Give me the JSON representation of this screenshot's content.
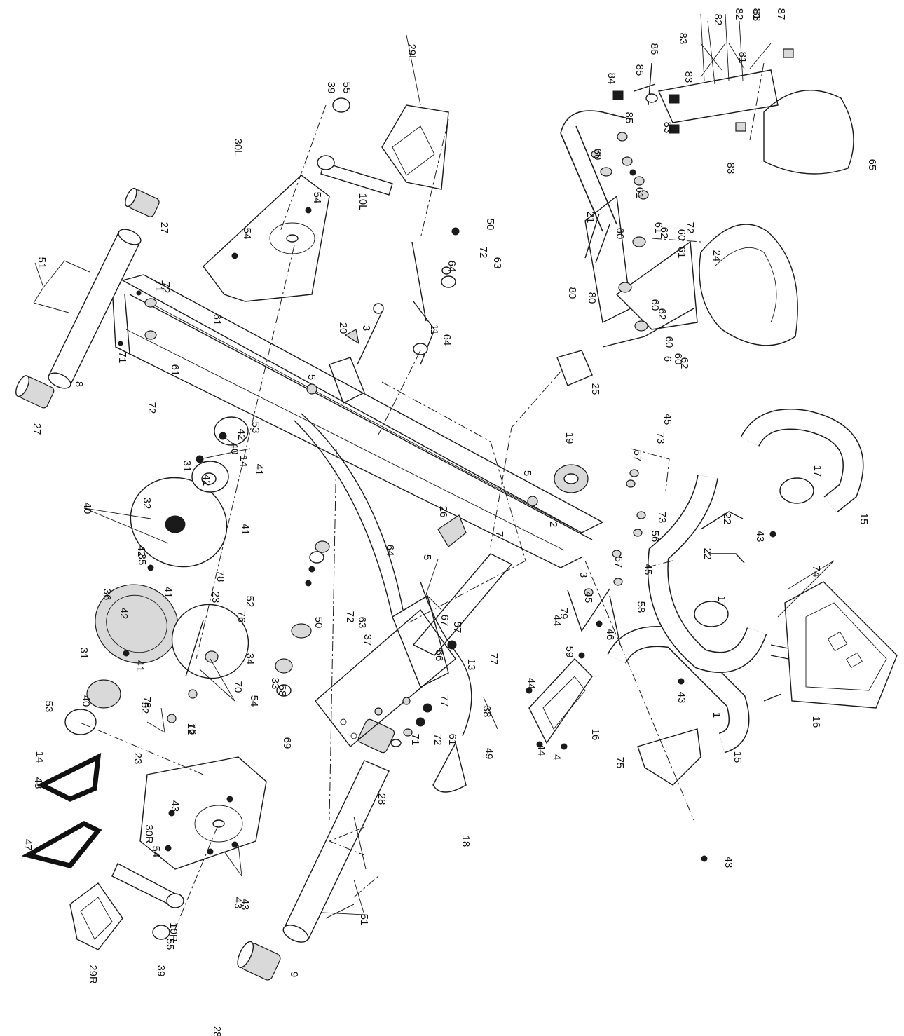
{
  "labels": [
    "1",
    "2",
    "3",
    "3",
    "4",
    "5",
    "5",
    "5",
    "6",
    "7",
    "8",
    "9",
    "10L",
    "10R",
    "11",
    "12",
    "13",
    "14",
    "14",
    "15",
    "15",
    "16",
    "16",
    "17",
    "17",
    "18",
    "19",
    "20",
    "21",
    "22",
    "22",
    "23",
    "23",
    "24",
    "25",
    "26",
    "27",
    "27",
    "28",
    "28",
    "29L",
    "29R",
    "30L",
    "30R",
    "31",
    "31",
    "32",
    "33",
    "34",
    "35",
    "36",
    "37",
    "38",
    "39",
    "39",
    "40",
    "40",
    "40",
    "41",
    "41",
    "41",
    "41",
    "42",
    "42",
    "42",
    "42",
    "43",
    "43",
    "43",
    "43",
    "43",
    "43",
    "44",
    "44",
    "44",
    "45",
    "45",
    "45",
    "46",
    "47",
    "48",
    "49",
    "50",
    "50",
    "51",
    "51",
    "52",
    "52",
    "53",
    "53",
    "54",
    "54",
    "54",
    "54",
    "55",
    "55",
    "56",
    "57",
    "57",
    "57",
    "58",
    "59",
    "60",
    "60",
    "60",
    "60",
    "60",
    "60",
    "61",
    "61",
    "61",
    "61",
    "61",
    "61",
    "62",
    "62",
    "62",
    "63",
    "63",
    "64",
    "64",
    "64",
    "65",
    "66",
    "67",
    "68",
    "69",
    "70",
    "71",
    "71",
    "71",
    "72",
    "72",
    "72",
    "72",
    "72",
    "72",
    "73",
    "73",
    "74",
    "75",
    "76",
    "76",
    "77",
    "77",
    "78",
    "78",
    "79",
    "80",
    "80",
    "81",
    "81",
    "82",
    "82",
    "83",
    "83",
    "83",
    "83",
    "83",
    "84",
    "85",
    "85",
    "86",
    "87"
  ]
}
